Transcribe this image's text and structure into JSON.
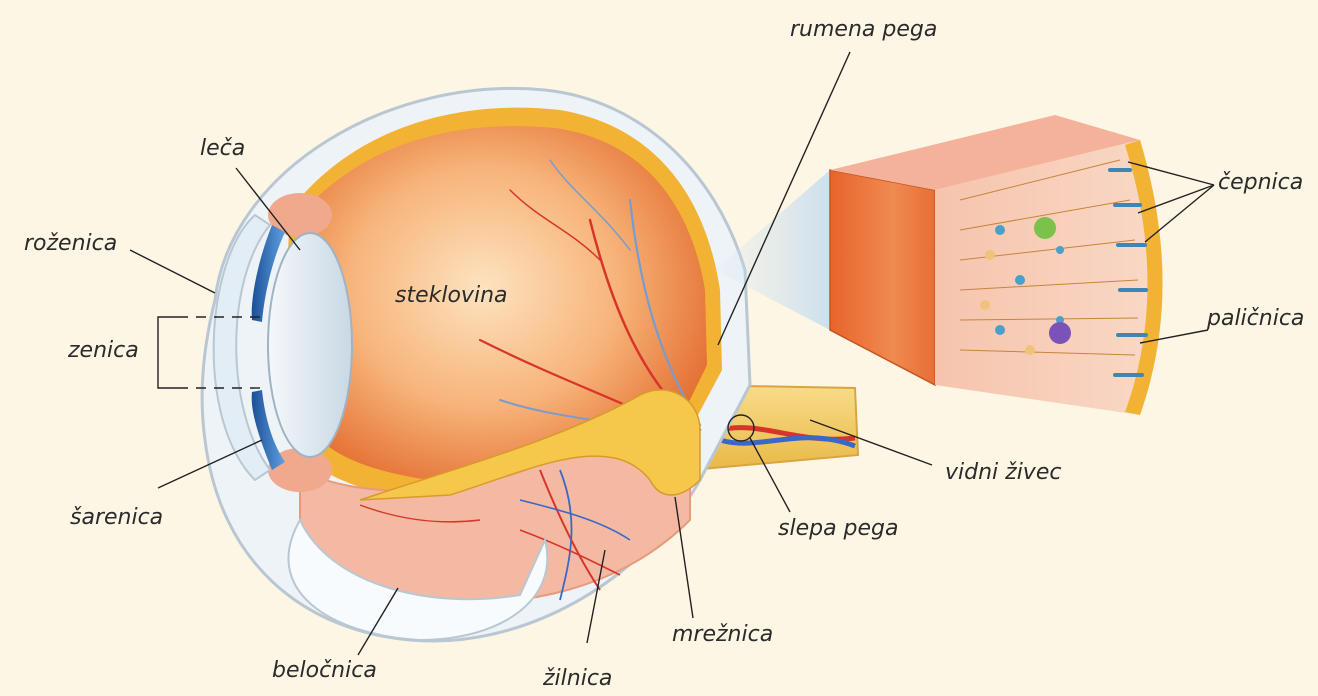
{
  "labels": {
    "rumena_pega": "rumena pega",
    "leca": "leča",
    "rozenica": "roženica",
    "zenica": "zenica",
    "steklovina": "steklovina",
    "sarenica": "šarenica",
    "belocnica": "beločnica",
    "zilnica": "žilnica",
    "mreznica": "mrežnica",
    "slepa_pega": "slepa pega",
    "vidni_zivec": "vidni živec",
    "cepnica": "čepnica",
    "palicnica": "paličnica"
  },
  "colors": {
    "background": "#fdf6e4",
    "sclera": "#eef3f7",
    "retina": "#f2b233",
    "vitreous": "#f39a5a",
    "iris": "#2f6fb8",
    "lens": "#dfeaf2",
    "vessel_red": "#d8352a",
    "vessel_blue": "#3a68c6",
    "nerve": "#f6d27a"
  }
}
